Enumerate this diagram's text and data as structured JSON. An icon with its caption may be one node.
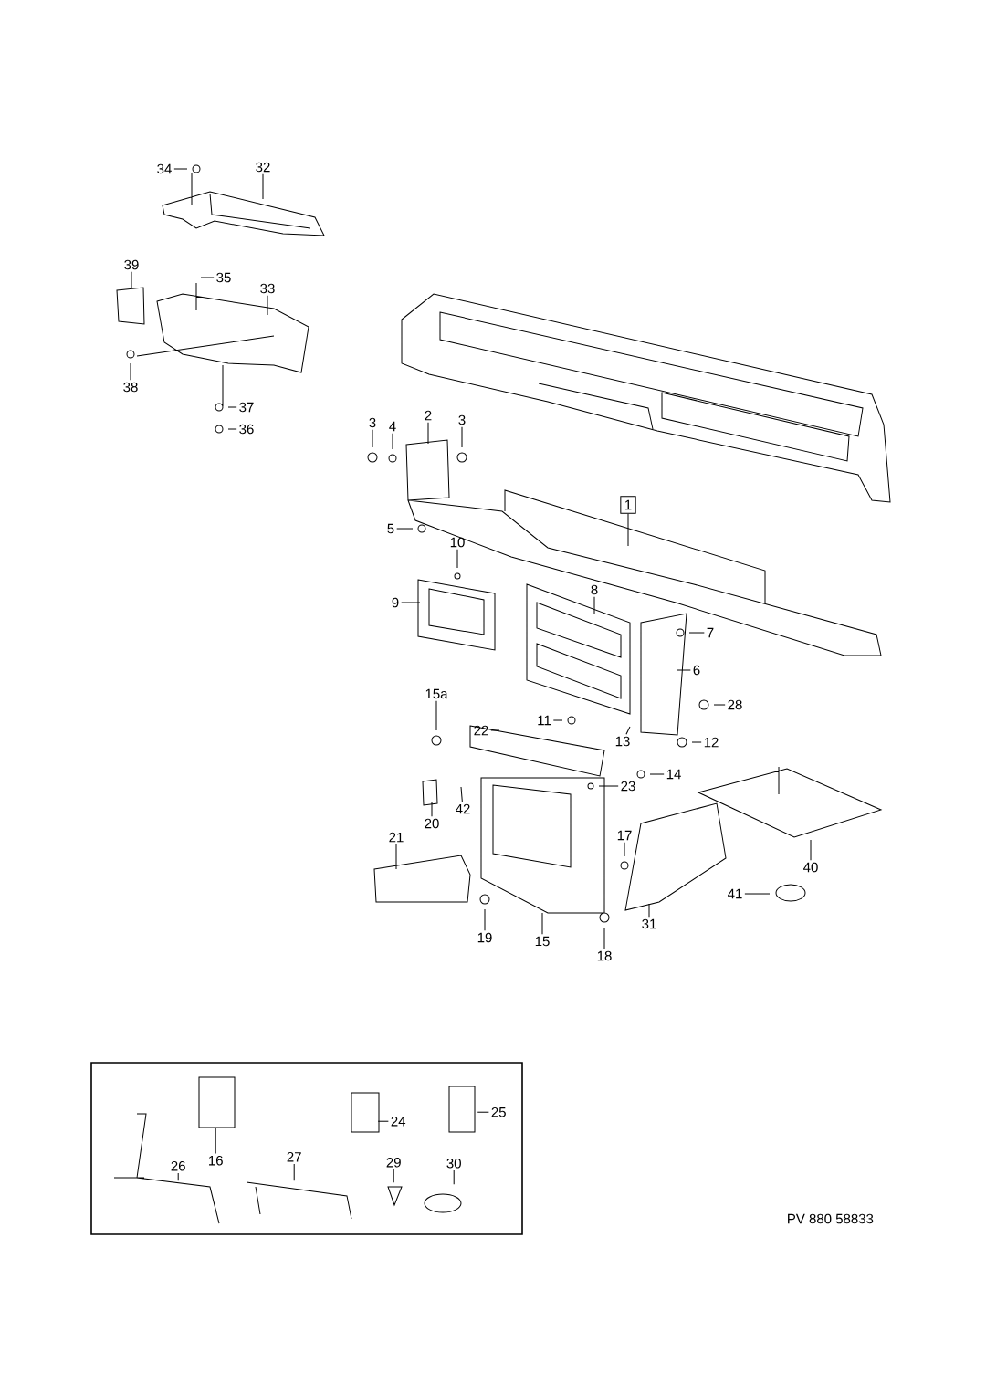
{
  "diagram": {
    "nodes": [
      {
        "text": [
          "34"
        ]
      },
      {
        "text": [
          "32"
        ]
      },
      {
        "text": [
          "39"
        ]
      },
      {
        "text": [
          "35"
        ]
      },
      {
        "text": [
          "33"
        ]
      },
      {
        "text": [
          "38"
        ]
      },
      {
        "text": [
          "37"
        ]
      },
      {
        "text": [
          "36"
        ]
      },
      {
        "text": [
          "3"
        ]
      },
      {
        "text": [
          "4"
        ]
      },
      {
        "text": [
          "2"
        ]
      },
      {
        "text": [
          "3"
        ]
      },
      {
        "text": [
          "1"
        ]
      },
      {
        "text": [
          "5"
        ]
      },
      {
        "text": [
          "10"
        ]
      },
      {
        "text": [
          "9"
        ]
      },
      {
        "text": [
          "8"
        ]
      },
      {
        "text": [
          "7"
        ]
      },
      {
        "text": [
          "6"
        ]
      },
      {
        "text": [
          "28"
        ]
      },
      {
        "text": [
          "15a"
        ]
      },
      {
        "text": [
          "11"
        ]
      },
      {
        "text": [
          "22"
        ]
      },
      {
        "text": [
          "12"
        ]
      },
      {
        "text": [
          "13"
        ]
      },
      {
        "text": [
          "14"
        ]
      },
      {
        "text": [
          "23"
        ]
      },
      {
        "text": [
          "42"
        ]
      },
      {
        "text": [
          "20"
        ]
      },
      {
        "text": [
          "17"
        ]
      },
      {
        "text": [
          "21"
        ]
      },
      {
        "text": [
          "41"
        ]
      },
      {
        "text": [
          "40"
        ]
      },
      {
        "text": [
          "31"
        ]
      },
      {
        "text": [
          "19"
        ]
      },
      {
        "text": [
          "15"
        ]
      },
      {
        "text": [
          "18"
        ]
      },
      {
        "text": [],
        "shape": "box"
      },
      {
        "text": [
          "16"
        ],
        "in": 37
      },
      {
        "text": [
          "24"
        ],
        "in": 37
      },
      {
        "text": [
          "25"
        ],
        "in": 37
      },
      {
        "text": [
          "26"
        ],
        "in": 37
      },
      {
        "text": [
          "27"
        ],
        "in": 37
      },
      {
        "text": [
          "29"
        ],
        "in": 37
      },
      {
        "text": [
          "30"
        ],
        "in": 37
      }
    ],
    "edges": [
      {
        "from": 0,
        "to": null,
        "arrow": "none"
      },
      {
        "from": 1,
        "to": null,
        "arrow": "none"
      },
      {
        "from": 2,
        "to": null,
        "arrow": "none"
      },
      {
        "from": 3,
        "to": null,
        "arrow": "none"
      },
      {
        "from": 4,
        "to": null,
        "arrow": "none"
      },
      {
        "from": 5,
        "to": null,
        "arrow": "none"
      },
      {
        "from": 6,
        "to": null,
        "arrow": "none"
      },
      {
        "from": 7,
        "to": null,
        "arrow": "none"
      },
      {
        "from": 8,
        "to": null,
        "arrow": "none"
      },
      {
        "from": 9,
        "to": null,
        "arrow": "none"
      },
      {
        "from": 10,
        "to": null,
        "arrow": "none"
      },
      {
        "from": 11,
        "to": null,
        "arrow": "none"
      },
      {
        "from": 12,
        "to": null,
        "arrow": "none"
      },
      {
        "from": 13,
        "to": null,
        "arrow": "none"
      },
      {
        "from": 14,
        "to": null,
        "arrow": "none"
      },
      {
        "from": 15,
        "to": null,
        "arrow": "none"
      },
      {
        "from": 16,
        "to": null,
        "arrow": "none"
      },
      {
        "from": 17,
        "to": null,
        "arrow": "none"
      },
      {
        "from": 18,
        "to": null,
        "arrow": "none"
      },
      {
        "from": 19,
        "to": null,
        "arrow": "none"
      },
      {
        "from": 20,
        "to": null,
        "arrow": "none"
      },
      {
        "from": 21,
        "to": null,
        "arrow": "none"
      },
      {
        "from": 22,
        "to": null,
        "arrow": "none"
      },
      {
        "from": 23,
        "to": null,
        "arrow": "none"
      },
      {
        "from": 24,
        "to": null,
        "arrow": "none"
      },
      {
        "from": 25,
        "to": null,
        "arrow": "none"
      },
      {
        "from": 26,
        "to": null,
        "arrow": "none"
      },
      {
        "from": 27,
        "to": null,
        "arrow": "none"
      },
      {
        "from": 28,
        "to": null,
        "arrow": "none"
      },
      {
        "from": 29,
        "to": null,
        "arrow": "none"
      },
      {
        "from": 30,
        "to": null,
        "arrow": "none"
      },
      {
        "from": 31,
        "to": null,
        "arrow": "none"
      },
      {
        "from": 32,
        "to": null,
        "arrow": "none"
      },
      {
        "from": 33,
        "to": null,
        "arrow": "none"
      },
      {
        "from": 34,
        "to": null,
        "arrow": "none"
      },
      {
        "from": 35,
        "to": null,
        "arrow": "none"
      },
      {
        "from": 36,
        "to": null,
        "arrow": "none"
      },
      {
        "from": 38,
        "to": null,
        "arrow": "none"
      },
      {
        "from": 39,
        "to": null,
        "arrow": "none"
      },
      {
        "from": 40,
        "to": null,
        "arrow": "none"
      },
      {
        "from": 41,
        "to": null,
        "arrow": "none"
      },
      {
        "from": 42,
        "to": null,
        "arrow": "none"
      },
      {
        "from": 43,
        "to": null,
        "arrow": "none"
      },
      {
        "from": 44,
        "to": null,
        "arrow": "none"
      }
    ],
    "labels": [
      "PV 880 58833"
    ]
  }
}
